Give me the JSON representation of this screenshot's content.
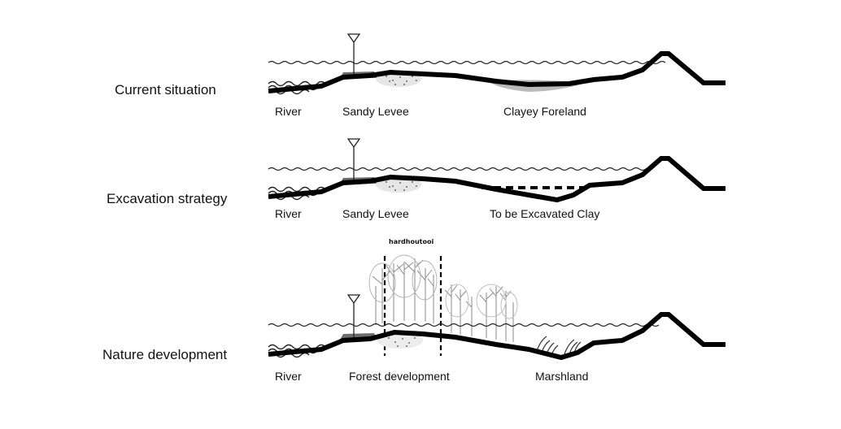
{
  "rows": [
    {
      "title": "Current situation",
      "labels": {
        "river": "River",
        "levee": "Sandy Levee",
        "foreland": "Clayey Foreland"
      }
    },
    {
      "title": "Excavation strategy",
      "labels": {
        "river": "River",
        "levee": "Sandy Levee",
        "foreland": "To be Excavated Clay"
      }
    },
    {
      "title": "Nature development",
      "labels": {
        "river": "River",
        "levee": "Forest development",
        "foreland": "Marshland"
      },
      "zone_tag": "hardhoutooi"
    }
  ]
}
